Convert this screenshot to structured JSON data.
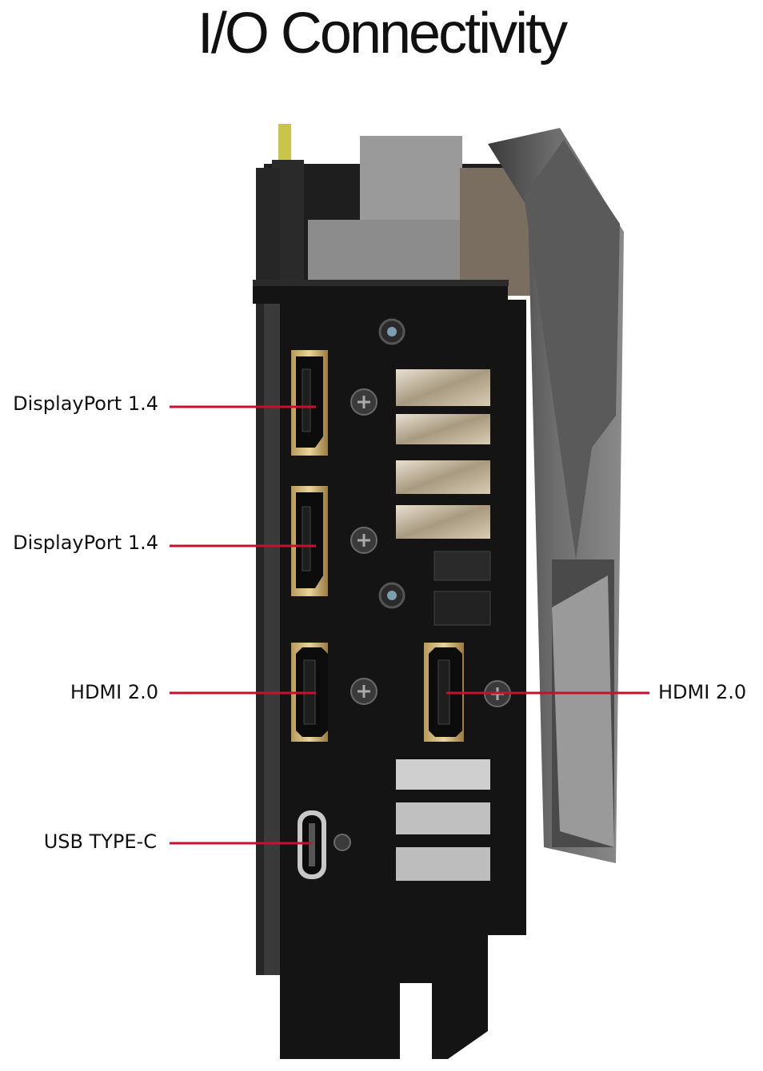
{
  "title": "I/O Connectivity",
  "colors": {
    "callout_line": "#c8102e",
    "bracket": "#141414",
    "background": "#ffffff"
  },
  "ports": [
    {
      "label": "DisplayPort 1.4",
      "type": "displayport-icon"
    },
    {
      "label": "DisplayPort 1.4",
      "type": "displayport-icon"
    },
    {
      "label": "HDMI 2.0",
      "type": "hdmi-icon"
    },
    {
      "label": "HDMI 2.0",
      "type": "hdmi-icon"
    },
    {
      "label": "USB TYPE-C",
      "type": "usb-c-icon"
    }
  ]
}
